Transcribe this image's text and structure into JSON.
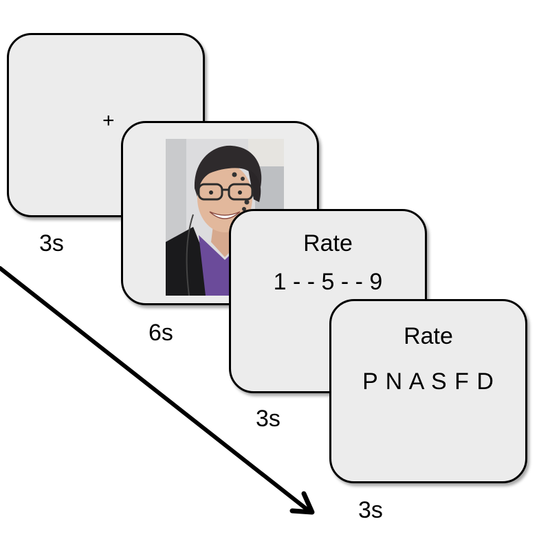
{
  "screens": [
    {
      "name": "fixation",
      "symbol": "+",
      "duration": "3s"
    },
    {
      "name": "face-stimulus",
      "duration": "6s"
    },
    {
      "name": "valence-rating",
      "label": "Rate",
      "scale": "1 - - 5 - - 9",
      "duration": "3s"
    },
    {
      "name": "category-rating",
      "label": "Rate",
      "scale": "P N A S F D",
      "duration": "3s"
    }
  ],
  "colors": {
    "screen_fill": "#ececec",
    "border": "#000000",
    "arrow": "#000000"
  },
  "icons": {
    "time_arrow": "diagonal-arrow-icon"
  }
}
